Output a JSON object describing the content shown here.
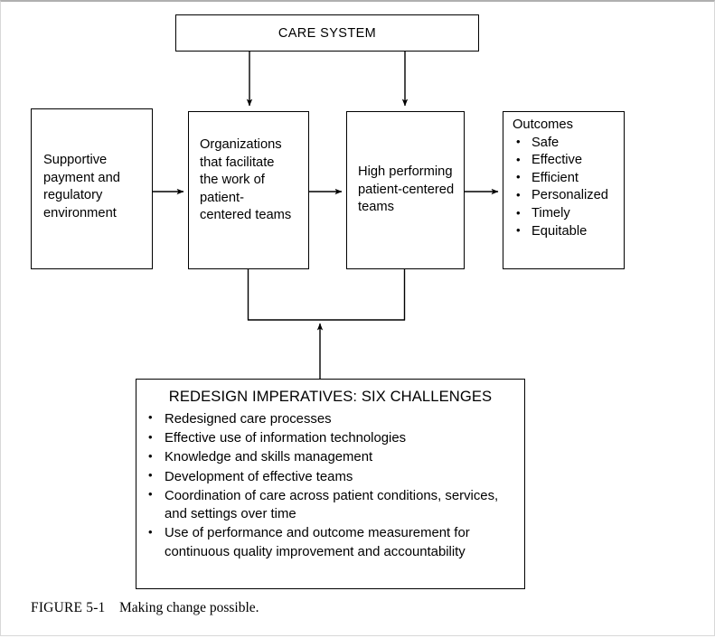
{
  "figure": {
    "caption_label": "FIGURE 5-1",
    "caption_text": "Making change possible."
  },
  "diagram": {
    "top_box": {
      "label": "CARE SYSTEM"
    },
    "boxes": [
      {
        "name": "supportive-environment",
        "text": "Supportive\npayment and\nregulatory\nenvironment"
      },
      {
        "name": "organizations",
        "text": "Organizations\nthat facilitate\nthe work of\npatient-\ncentered teams"
      },
      {
        "name": "high-performing-teams",
        "text": "High performing\npatient-centered\nteams"
      }
    ],
    "outcomes": {
      "title": "Outcomes",
      "items": [
        "Safe",
        "Effective",
        "Efficient",
        "Personalized",
        "Timely",
        "Equitable"
      ]
    },
    "redesign": {
      "title": "REDESIGN IMPERATIVES: SIX CHALLENGES",
      "items": [
        "Redesigned care processes",
        "Effective use of information technologies",
        "Knowledge and skills management",
        "Development of effective teams",
        "Coordination of care across patient conditions, services, and settings over time",
        "Use of performance and outcome measurement for continuous quality improvement and accountability"
      ]
    },
    "colors": {
      "stroke": "#000000",
      "background": "#ffffff",
      "page_border": "#b0b0b0"
    }
  }
}
